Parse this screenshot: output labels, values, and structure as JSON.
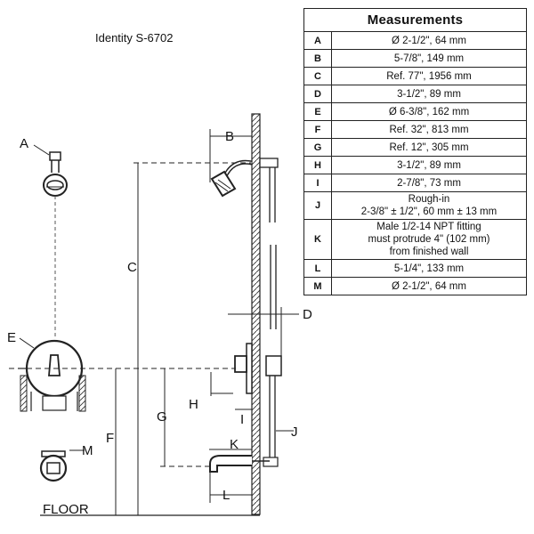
{
  "title": "Identity S-6702",
  "table": {
    "heading": "Measurements",
    "rows": [
      {
        "key": "A",
        "value": "Ø 2-1/2\", 64 mm"
      },
      {
        "key": "B",
        "value": "5-7/8\", 149 mm"
      },
      {
        "key": "C",
        "value": "Ref. 77\", 1956 mm"
      },
      {
        "key": "D",
        "value": "3-1/2\", 89 mm"
      },
      {
        "key": "E",
        "value": "Ø 6-3/8\", 162 mm"
      },
      {
        "key": "F",
        "value": "Ref. 32\", 813 mm"
      },
      {
        "key": "G",
        "value": "Ref. 12\", 305 mm"
      },
      {
        "key": "H",
        "value": "3-1/2\", 89 mm"
      },
      {
        "key": "I",
        "value": "2-7/8\", 73 mm"
      },
      {
        "key": "J",
        "value_lines": [
          "Rough-in",
          "2-3/8\" ± 1/2\", 60 mm ± 13 mm"
        ]
      },
      {
        "key": "K",
        "value_lines": [
          "Male 1/2-14 NPT fitting",
          "must protrude 4\" (102 mm)",
          "from finished wall"
        ]
      },
      {
        "key": "L",
        "value": "5-1/4\", 133 mm"
      },
      {
        "key": "M",
        "value": "Ø 2-1/2\", 64 mm"
      }
    ]
  },
  "diagram": {
    "labels": {
      "A": "A",
      "B": "B",
      "C": "C",
      "D": "D",
      "E": "E",
      "F": "F",
      "G": "G",
      "H": "H",
      "I": "I",
      "J": "J",
      "K": "K",
      "L": "L",
      "M": "M"
    },
    "floor_label": "FLOOR"
  }
}
